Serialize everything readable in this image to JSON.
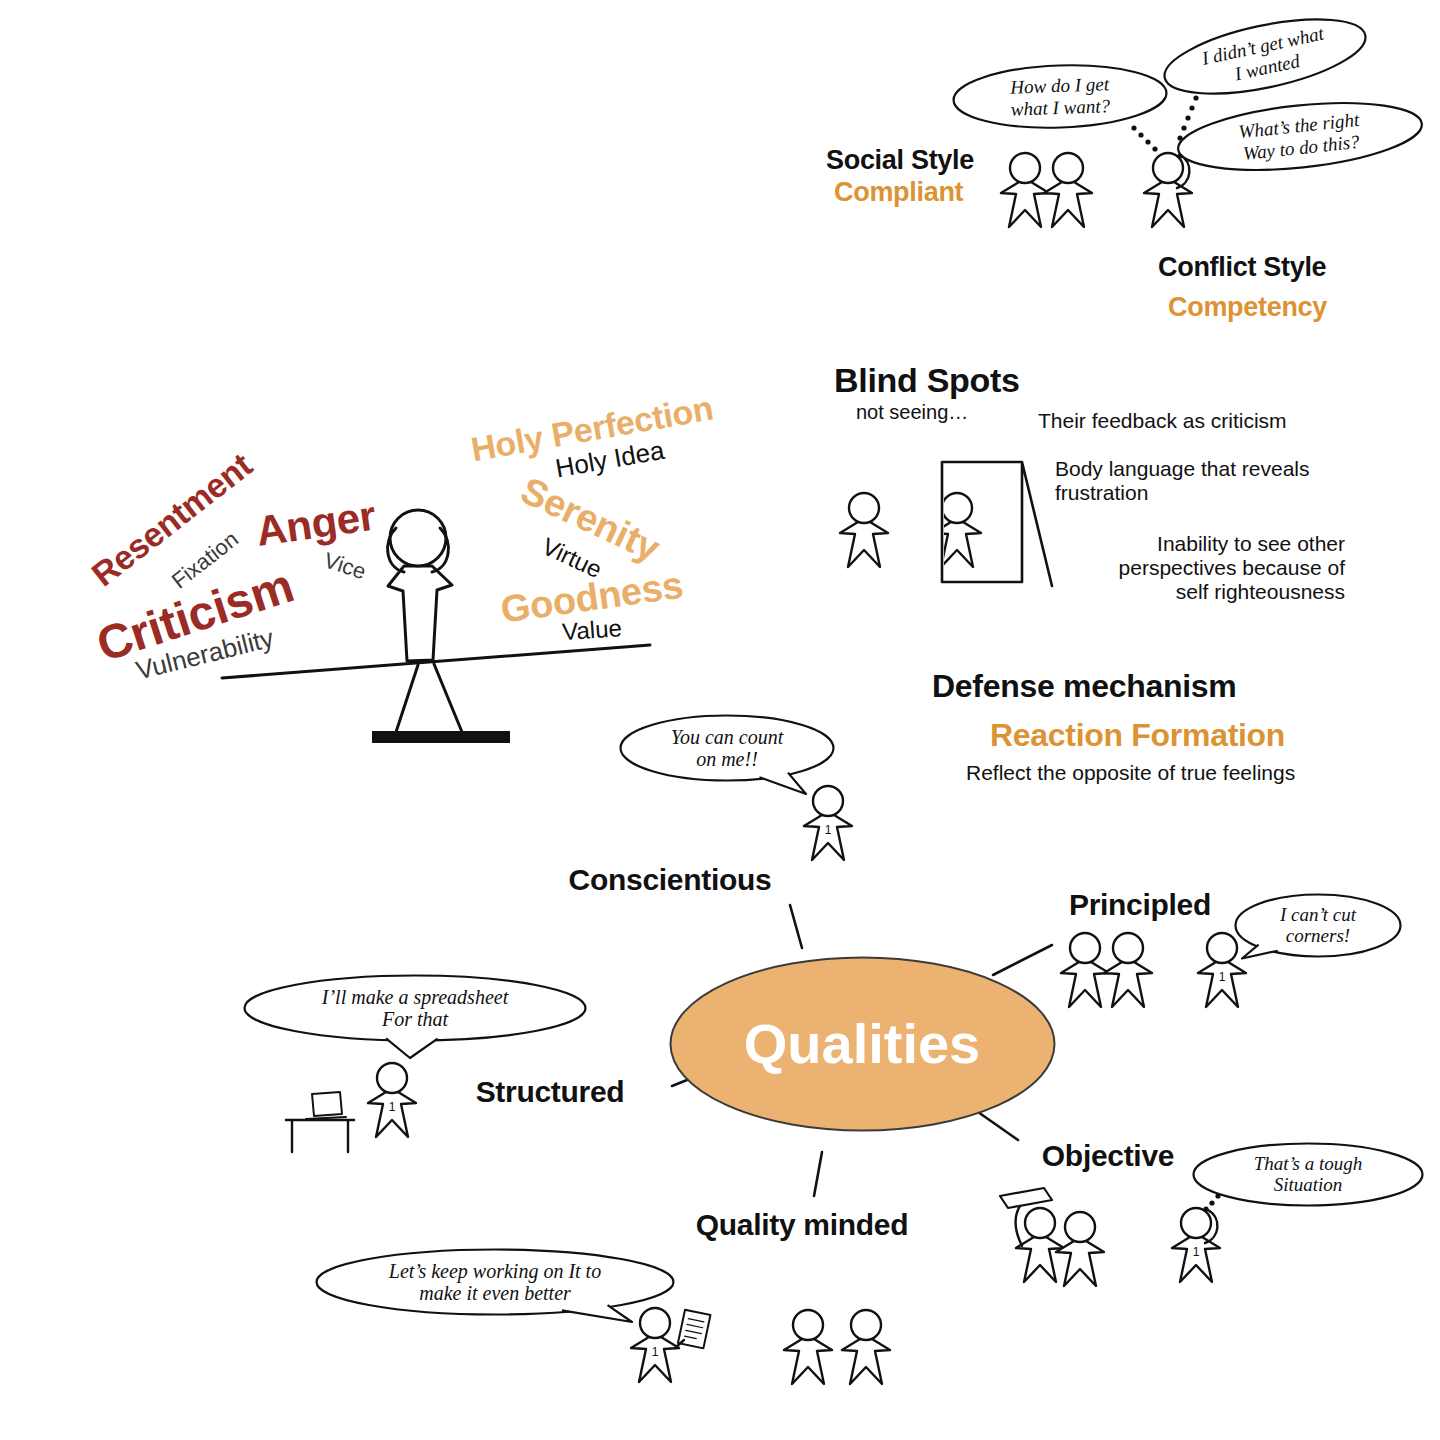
{
  "diagram": {
    "nodes": [
      {
        "text": [
          "I didn’t get what I wanted"
        ]
      },
      {
        "text": [
          "How do I get what I want?"
        ]
      },
      {
        "text": [
          "What’s the right Way to do this?"
        ]
      },
      {
        "text": [
          "You can count on me!!"
        ]
      },
      {
        "text": [
          "I can’t cut corners!"
        ]
      },
      {
        "text": [
          "I’ll make a spreadsheet For that"
        ]
      },
      {
        "text": [
          "Qualities"
        ]
      },
      {
        "text": [
          "That’s a tough Situation"
        ]
      },
      {
        "text": [
          "Let’s keep working on It to make it even better"
        ]
      }
    ],
    "labels": [
      "Social Style",
      "Compliant",
      "Conflict Style",
      "Competency",
      "Blind Spots",
      "not seeing…",
      "Their feedback as criticism",
      "Body language that reveals frustration",
      "Inability to see other perspectives because of self righteousness",
      "Holy Perfection",
      "Holy Idea",
      "Resentment",
      "Fixation",
      "Anger",
      "Vice",
      "Serenity",
      "Virtue",
      "Criticism",
      "Goodness",
      "Vulnerability",
      "Value",
      "Defense mechanism",
      "Reaction Formation",
      "Reflect the opposite of true feelings",
      "1",
      "Conscientious",
      "Principled",
      "1",
      "Structured",
      "1",
      "Objective",
      "1",
      "Quality minded",
      "1"
    ]
  }
}
